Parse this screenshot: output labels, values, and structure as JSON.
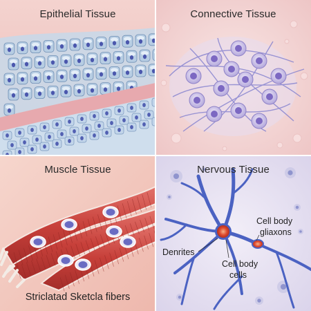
{
  "panels": {
    "epithelial": {
      "title": "Epithelial Tissue"
    },
    "connective": {
      "title": "Connective Tissue"
    },
    "muscle": {
      "title": "Muscle Tissue",
      "caption": "Striclatad Sketcla fibers"
    },
    "nervous": {
      "title": "Nervous Tissue",
      "labels": {
        "dendrites": "Denrites",
        "cell_body_gliaxons_1": "Cell body",
        "cell_body_gliaxons_2": "gliaxons",
        "cell_body_cells_1": "Cell body",
        "cell_body_cells_2": "cells"
      }
    }
  },
  "colors": {
    "epithelial_bg": "#f0c9c6",
    "epithelial_cell": "#a8c3dc",
    "nucleus": "#5b63b8",
    "connective_bg": "#f3d9d8",
    "connective_fiber": "#8f8fd6",
    "muscle_bg": "#f2c9bf",
    "muscle_fiber": "#c9473f",
    "nervous_bg": "#e9e3f2",
    "neuron": "#4a63c4",
    "soma": "#d93a2b"
  }
}
